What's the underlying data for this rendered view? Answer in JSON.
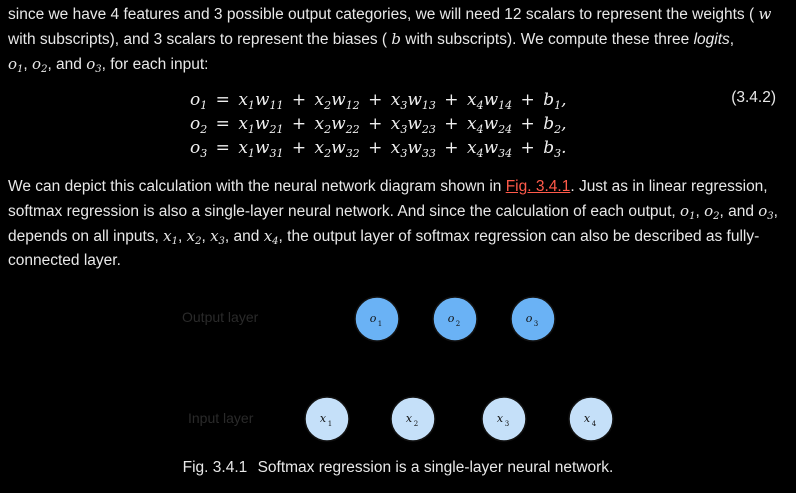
{
  "intro": {
    "text1": "since we have 4 features and 3 possible output categories, we will need 12 scalars to represent the weights (",
    "w_symbol": "w",
    "text2": "with subscripts), and 3 scalars to represent the biases (",
    "b_symbol": "b",
    "text3": "with subscripts). We compute these three ",
    "logits_word": "logits",
    "text4": ",",
    "o_list": [
      "o",
      "o",
      "o"
    ],
    "o_subs": [
      "1",
      "2",
      "3"
    ],
    "text5": ", and ",
    "text6": ", for each input:"
  },
  "equation": {
    "number": "(3.4.2)",
    "lines": [
      {
        "lhs": "o",
        "lhs_sub": "1",
        "w_subs": [
          "11",
          "12",
          "13",
          "14"
        ],
        "b_sub": "1",
        "end": ","
      },
      {
        "lhs": "o",
        "lhs_sub": "2",
        "w_subs": [
          "21",
          "22",
          "23",
          "24"
        ],
        "b_sub": "2",
        "end": ","
      },
      {
        "lhs": "o",
        "lhs_sub": "3",
        "w_subs": [
          "31",
          "32",
          "33",
          "34"
        ],
        "b_sub": "3",
        "end": "."
      }
    ]
  },
  "body": {
    "text1": "We can depict this calculation with the neural network diagram shown in ",
    "link": "Fig. 3.4.1",
    "text2": ". Just as in linear regression, softmax regression is also a single-layer neural network. And since the calculation of each output, ",
    "text3": ", depends on all inputs, ",
    "text4": ", and ",
    "text5": ", the output layer of softmax regression can also be described as fully-connected layer."
  },
  "diagram": {
    "output_layer_label": "Output layer",
    "input_layer_label": "Input layer",
    "output_nodes": [
      {
        "sym": "o",
        "sub": "1"
      },
      {
        "sym": "o",
        "sub": "2"
      },
      {
        "sym": "o",
        "sub": "3"
      }
    ],
    "input_nodes": [
      {
        "sym": "x",
        "sub": "1"
      },
      {
        "sym": "x",
        "sub": "2"
      },
      {
        "sym": "x",
        "sub": "3"
      },
      {
        "sym": "x",
        "sub": "4"
      }
    ],
    "output_color": "#6ab2f5",
    "input_color": "#c5e0f9",
    "stroke_color": "#111111",
    "edge_color": "#000000"
  },
  "caption": {
    "number": "Fig. 3.4.1",
    "text": "Softmax regression is a single-layer neural network."
  }
}
